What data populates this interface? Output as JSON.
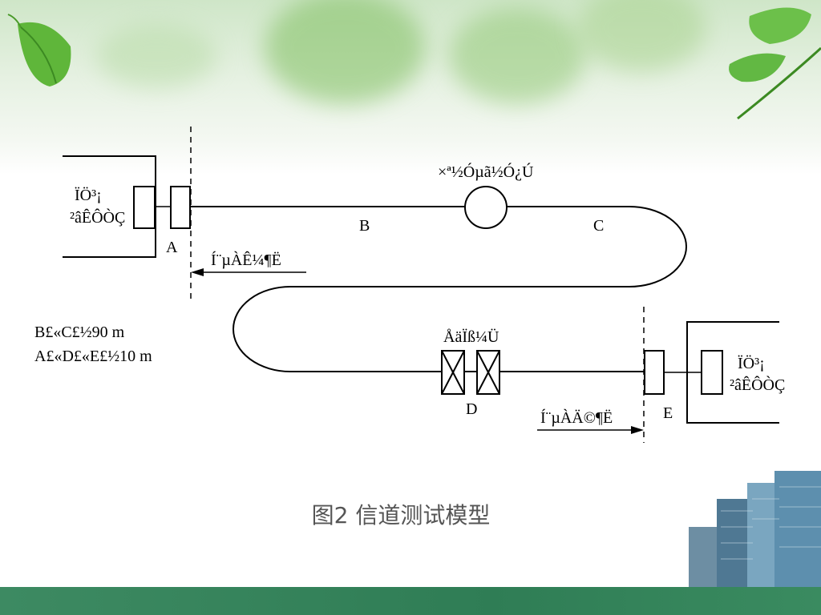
{
  "diagram": {
    "left_terminal_label_line1": "ÏÖ³¡",
    "left_terminal_label_line2": "²âÊÔÒÇ",
    "right_terminal_label_line1": "ÏÖ³¡",
    "right_terminal_label_line2": "²âÊÔÒÇ",
    "coupler_label": "×ª½Óµã½Ó¿Ú",
    "patch_panel_label": "ÅäÏß¼Ü",
    "point_a": "A",
    "point_b": "B",
    "point_c": "C",
    "point_d": "D",
    "point_e": "E",
    "channel_start_label": "Í¨µÀÊ¼¶Ë",
    "channel_end_label": "Í¨µÀÄ©¶Ë",
    "length_bc": "B£«C£½90 m",
    "length_ade": "A£«D£«E£½10 m"
  },
  "caption": "图2  信道测试模型",
  "colors": {
    "line": "#000000",
    "caption": "#555555",
    "footer": "#2f7d55"
  }
}
